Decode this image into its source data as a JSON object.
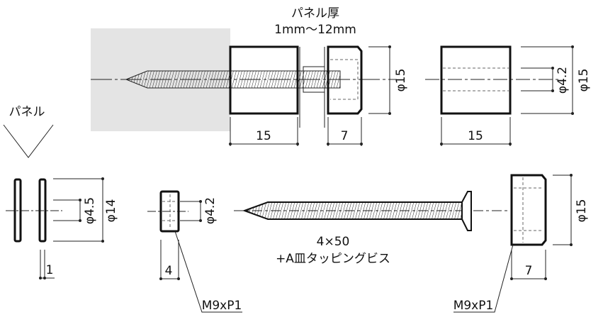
{
  "top_assembly": {
    "panel_thickness_label": "パネル厚",
    "panel_thickness_range": "1mm〜12mm",
    "spacer_length": "15",
    "cap_length": "7",
    "cap_diameter": "φ15"
  },
  "top_right_spacer": {
    "hole_diameter": "φ4.2",
    "outer_diameter": "φ15",
    "length": "15"
  },
  "panel": {
    "label": "パネル",
    "hole_diameter": "φ4.5",
    "outer_diameter": "φ14",
    "thickness": "1"
  },
  "small_cap": {
    "hole_diameter": "φ4.2",
    "length": "4",
    "thread": "M9xP1"
  },
  "screw": {
    "size": "4×50",
    "type": "+A皿タッピングビス"
  },
  "large_cap": {
    "diameter": "φ15",
    "length": "7",
    "thread": "M9xP1"
  }
}
